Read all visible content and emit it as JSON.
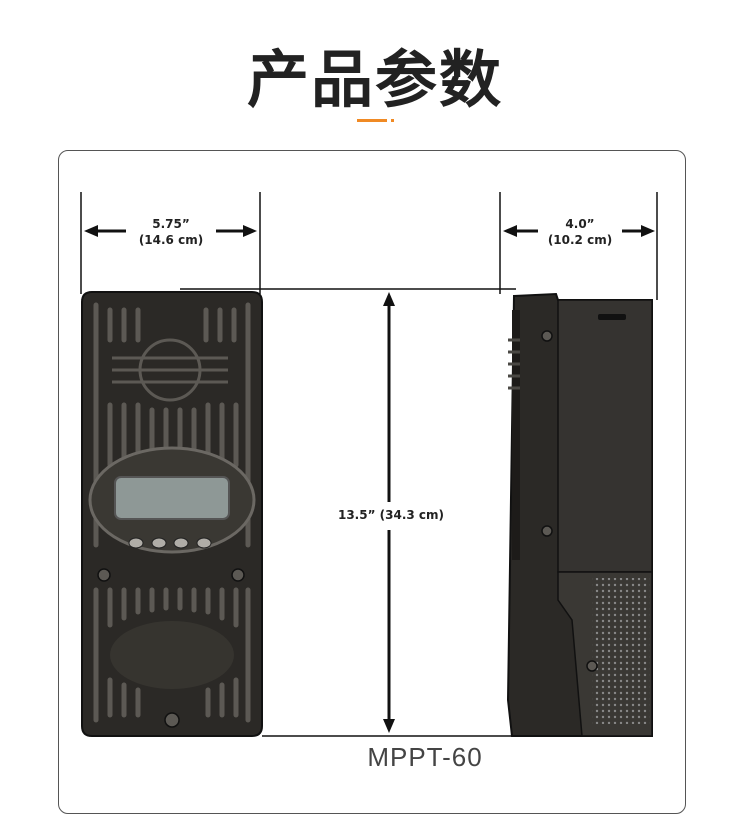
{
  "heading": "产品参数",
  "colors": {
    "accent": "#f08a24",
    "device": "#2b2926",
    "text": "#222222"
  },
  "dimensions": {
    "width_in": "5.75”",
    "width_cm": "(14.6 cm)",
    "depth_in": "4.0”",
    "depth_cm": "(10.2 cm)",
    "height": "13.5” (34.3 cm)"
  },
  "model": "MPPT-60"
}
